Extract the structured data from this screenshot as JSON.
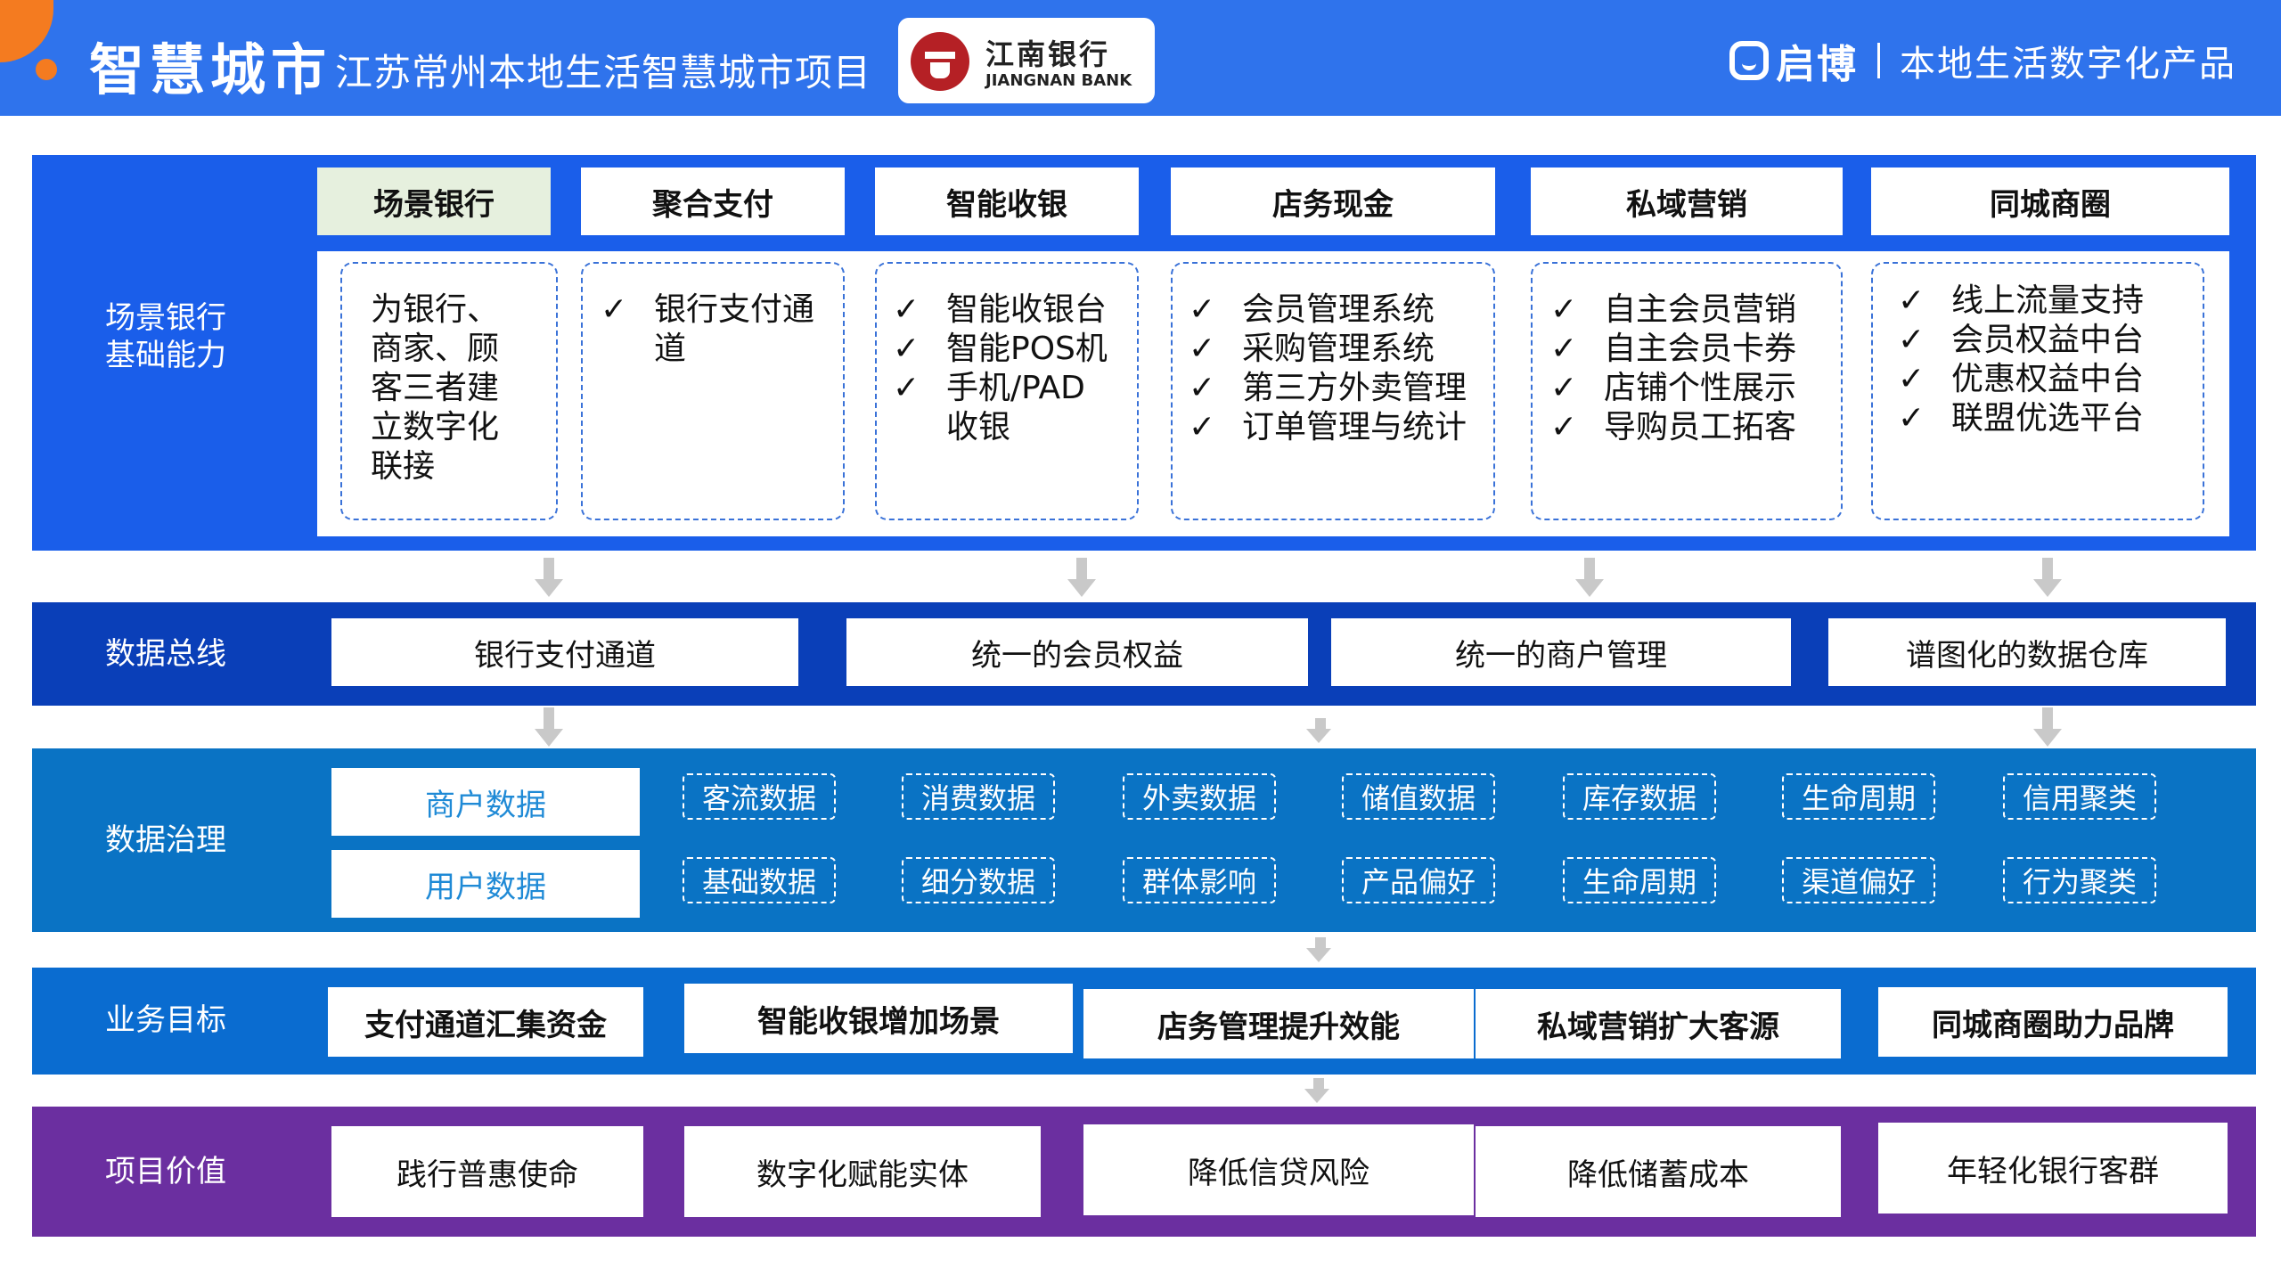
{
  "header": {
    "title": "智慧城市",
    "subtitle": "江苏常州本地生活智慧城市项目",
    "bank_cn": "江南银行",
    "bank_en": "JIANGNAN BANK",
    "brand_name": "启博",
    "brand_tag": "本地生活数字化产品"
  },
  "section1": {
    "label_line1": "场景银行",
    "label_line2": "基础能力",
    "tabs": [
      "场景银行",
      "聚合支付",
      "智能收银",
      "店务现金",
      "私域营销",
      "同城商圈"
    ],
    "check": "✓",
    "intro_lines": [
      "为银行、",
      "商家、顾",
      "客三者建",
      "立数字化",
      "联接"
    ],
    "features": [
      [
        "银行支付通",
        "道"
      ],
      [
        "智能收银台",
        "智能POS机",
        "手机/PAD",
        "收银"
      ],
      [
        "会员管理系统",
        "采购管理系统",
        "第三方外卖管理",
        "订单管理与统计"
      ],
      [
        "自主会员营销",
        "自主会员卡券",
        "店铺个性展示",
        "导购员工拓客"
      ],
      [
        "线上流量支持",
        "会员权益中台",
        "优惠权益中台",
        "联盟优选平台"
      ]
    ]
  },
  "section2": {
    "label": "数据总线",
    "boxes": [
      "银行支付通道",
      "统一的会员权益",
      "统一的商户管理",
      "谱图化的数据仓库"
    ]
  },
  "section3": {
    "label": "数据治理",
    "main": [
      "商户数据",
      "用户数据"
    ],
    "row1": [
      "客流数据",
      "消费数据",
      "外卖数据",
      "储值数据",
      "库存数据",
      "生命周期",
      "信用聚类"
    ],
    "row2": [
      "基础数据",
      "细分数据",
      "群体影响",
      "产品偏好",
      "生命周期",
      "渠道偏好",
      "行为聚类"
    ]
  },
  "section4": {
    "label": "业务目标",
    "boxes": [
      "支付通道汇集资金",
      "智能收银增加场景",
      "店务管理提升效能",
      "私域营销扩大客源",
      "同城商圈助力品牌"
    ]
  },
  "section5": {
    "label": "项目价值",
    "boxes": [
      "践行普惠使命",
      "数字化赋能实体",
      "降低信贷风险",
      "降低储蓄成本",
      "年轻化银行客群"
    ]
  },
  "colors": {
    "header": "#2f73ec",
    "accent_orange": "#f47b20",
    "band1": "#1a5eea",
    "band2": "#0a3fb8",
    "band3": "#0a73c4",
    "band4": "#0a6cd0",
    "band5": "#6b2fa0"
  }
}
